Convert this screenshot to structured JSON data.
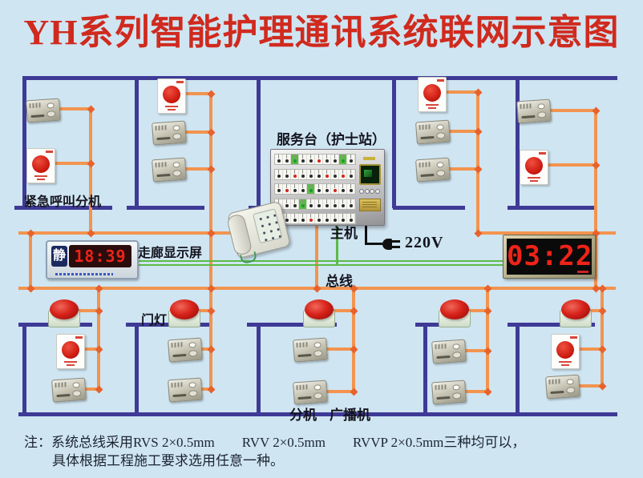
{
  "title": "YH系列智能护理通讯系统联网示意图",
  "labels": {
    "emergency_extension": "紧急呼叫分机",
    "service_desk": "服务台（护士站）",
    "main_unit": "主机",
    "power": "220V",
    "corridor_display": "走廊显示屏",
    "bus": "总线",
    "door_light": "门灯",
    "extension": "分机",
    "broadcast": "广播机"
  },
  "displays": {
    "corridor": {
      "badge": "静",
      "time": "18:39"
    },
    "clock": {
      "time": "03:22"
    }
  },
  "note": {
    "line1": "注：系统总线采用RVS 2×0.5mm　　RVV 2×0.5mm　　RVVP 2×0.5mm三种均可以，",
    "line2": "具体根据工程施工要求选用任意一种。"
  },
  "colors": {
    "background": "#cfe5f2",
    "wall": "#3e3a96",
    "wire_orange": "#f2944f",
    "junction": "#e8622c",
    "green_bus": "#5bbb45",
    "title_red": "#d02a1e",
    "led_red": "#ee2318"
  },
  "console": {
    "rows": [
      [
        "k",
        "k",
        "g",
        "k",
        "k",
        "r",
        "k",
        "k",
        "g",
        "k"
      ],
      [
        "k",
        "k",
        "r",
        "k",
        "k",
        "k",
        "r",
        "k",
        "r",
        "k"
      ],
      [
        "k",
        "r",
        "k",
        "k",
        "g",
        "k",
        "k",
        "r",
        "k",
        "k"
      ],
      [
        "k",
        "k",
        "k",
        "g",
        "k",
        "k",
        "k",
        "k",
        "k",
        "k"
      ],
      [
        "k",
        "k",
        "k",
        "k",
        "r",
        "k",
        "k",
        "k",
        "k",
        "k"
      ]
    ]
  }
}
